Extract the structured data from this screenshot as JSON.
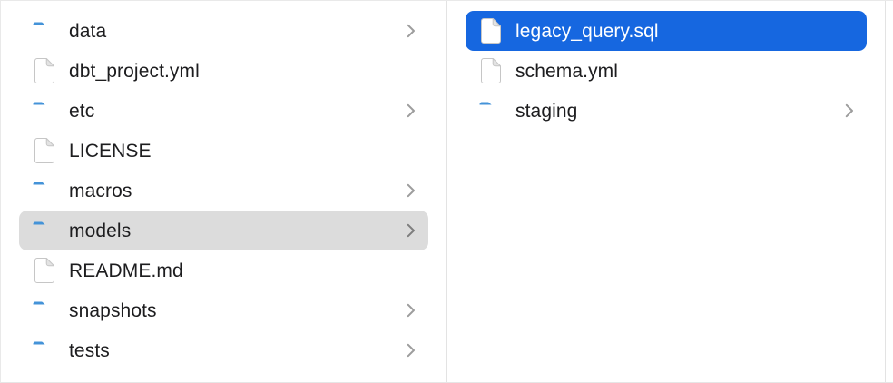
{
  "view": "finder-column-browser",
  "colors": {
    "selection_active": "#1667e0",
    "selection_inactive": "#dcdcdc",
    "divider": "#e3e3e3",
    "text": "#1d1d1f",
    "selected_text": "#ffffff",
    "chevron": "#9d9d9d",
    "folder_blue": "#4d9fe0"
  },
  "columns": [
    {
      "items": [
        {
          "label": "data",
          "type": "folder",
          "chevron": true,
          "selected": "none"
        },
        {
          "label": "dbt_project.yml",
          "type": "document",
          "chevron": false,
          "selected": "none"
        },
        {
          "label": "etc",
          "type": "folder",
          "chevron": true,
          "selected": "none"
        },
        {
          "label": "LICENSE",
          "type": "document",
          "chevron": false,
          "selected": "none"
        },
        {
          "label": "macros",
          "type": "folder",
          "chevron": true,
          "selected": "none"
        },
        {
          "label": "models",
          "type": "folder",
          "chevron": true,
          "selected": "inactive"
        },
        {
          "label": "README.md",
          "type": "document",
          "chevron": false,
          "selected": "none"
        },
        {
          "label": "snapshots",
          "type": "folder",
          "chevron": true,
          "selected": "none"
        },
        {
          "label": "tests",
          "type": "folder",
          "chevron": true,
          "selected": "none"
        }
      ]
    },
    {
      "items": [
        {
          "label": "legacy_query.sql",
          "type": "document",
          "chevron": false,
          "selected": "active"
        },
        {
          "label": "schema.yml",
          "type": "document",
          "chevron": false,
          "selected": "none"
        },
        {
          "label": "staging",
          "type": "folder",
          "chevron": true,
          "selected": "none"
        }
      ]
    }
  ]
}
